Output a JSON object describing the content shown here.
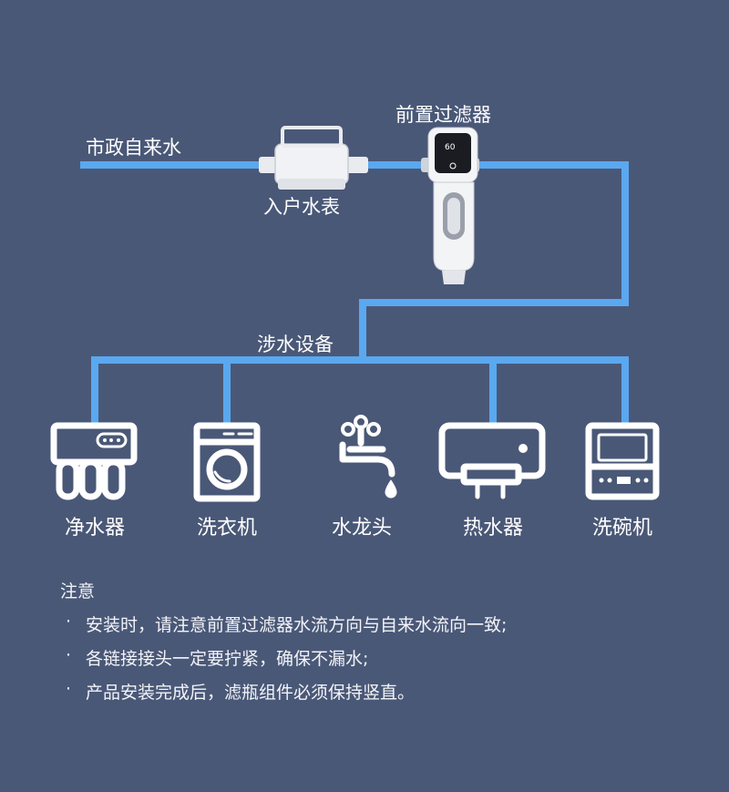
{
  "labels": {
    "municipal_water": "市政自来水",
    "water_meter": "入户水表",
    "prefilter": "前置过滤器",
    "water_equipment": "涉水设备"
  },
  "prefilter_display": "60",
  "appliances": [
    {
      "name": "净水器",
      "icon": "water-purifier-icon"
    },
    {
      "name": "洗衣机",
      "icon": "washing-machine-icon"
    },
    {
      "name": "水龙头",
      "icon": "faucet-icon"
    },
    {
      "name": "热水器",
      "icon": "water-heater-icon"
    },
    {
      "name": "洗碗机",
      "icon": "dishwasher-icon"
    }
  ],
  "notes": {
    "title": "注意",
    "bullet": "·",
    "items": [
      "安装时，请注意前置过滤器水流方向与自来水流向一致;",
      "各链接接头一定要拧紧，确保不漏水;",
      "产品安装完成后，滤瓶组件必须保持竖直。"
    ]
  },
  "colors": {
    "background": "#4a5877",
    "pipe": "#5aa8f0",
    "icon_stroke": "#ffffff",
    "device_body": "#f3f4f6"
  }
}
